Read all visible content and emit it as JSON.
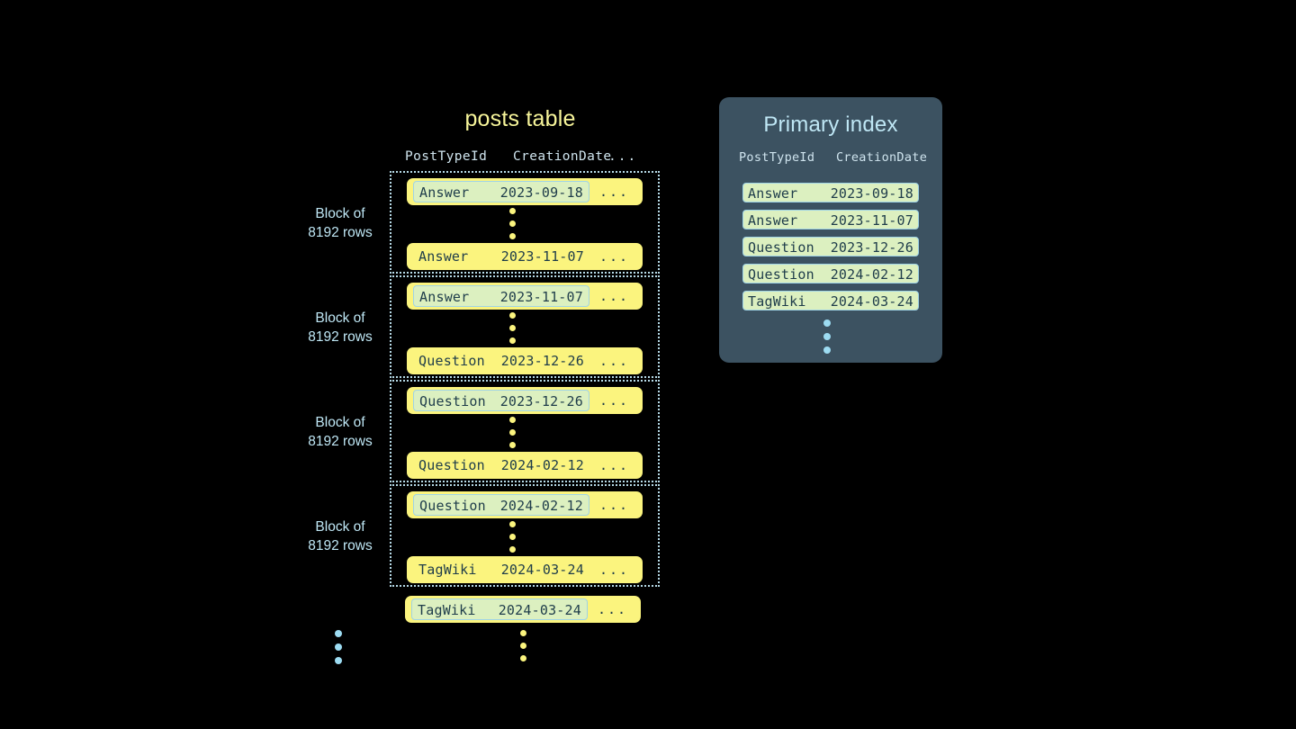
{
  "posts_table": {
    "title": "posts table",
    "columns": {
      "post_type_id": "PostTypeId",
      "creation_date": "CreationDate",
      "more": "..."
    },
    "block_label_line1": "Block of",
    "block_label_line2": "8192 rows",
    "ellipsis_icon": "vertical-ellipsis",
    "blocks": [
      {
        "label_line1": "Block of",
        "label_line2": "8192 rows",
        "first_row": {
          "post_type_id": "Answer",
          "creation_date": "2023-09-18",
          "more": "...",
          "highlighted": true
        },
        "last_row": {
          "post_type_id": "Answer",
          "creation_date": "2023-11-07",
          "more": "...",
          "highlighted": false
        }
      },
      {
        "label_line1": "Block of",
        "label_line2": "8192 rows",
        "first_row": {
          "post_type_id": "Answer",
          "creation_date": "2023-11-07",
          "more": "...",
          "highlighted": true
        },
        "last_row": {
          "post_type_id": "Question",
          "creation_date": "2023-12-26",
          "more": "...",
          "highlighted": false
        }
      },
      {
        "label_line1": "Block of",
        "label_line2": "8192 rows",
        "first_row": {
          "post_type_id": "Question",
          "creation_date": "2023-12-26",
          "more": "...",
          "highlighted": true
        },
        "last_row": {
          "post_type_id": "Question",
          "creation_date": "2024-02-12",
          "more": "...",
          "highlighted": false
        }
      },
      {
        "label_line1": "Block of",
        "label_line2": "8192 rows",
        "first_row": {
          "post_type_id": "Question",
          "creation_date": "2024-02-12",
          "more": "...",
          "highlighted": true
        },
        "last_row": {
          "post_type_id": "TagWiki",
          "creation_date": "2024-03-24",
          "more": "...",
          "highlighted": false
        }
      }
    ],
    "trailing_row": {
      "post_type_id": "TagWiki",
      "creation_date": "2024-03-24",
      "more": "...",
      "highlighted": true
    }
  },
  "primary_index": {
    "title": "Primary index",
    "columns": {
      "post_type_id": "PostTypeId",
      "creation_date": "CreationDate"
    },
    "rows": [
      {
        "post_type_id": "Answer",
        "creation_date": "2023-09-18"
      },
      {
        "post_type_id": "Answer",
        "creation_date": "2023-11-07"
      },
      {
        "post_type_id": "Question",
        "creation_date": "2023-12-26"
      },
      {
        "post_type_id": "Question",
        "creation_date": "2024-02-12"
      },
      {
        "post_type_id": "TagWiki",
        "creation_date": "2024-03-24"
      }
    ],
    "ellipsis_icon": "vertical-ellipsis"
  },
  "colors": {
    "background": "#000000",
    "row_yellow": "#fbf47e",
    "highlight_green": "#dcf0c0",
    "highlight_border": "#9fd3e6",
    "title_yellow": "#f7f59a",
    "accent_blue": "#bfe7f5",
    "dot_blue": "#9ddcf2",
    "panel_slate": "#3c5261",
    "mono_text": "#1e3c4a",
    "header_text": "#cfe4ee"
  }
}
